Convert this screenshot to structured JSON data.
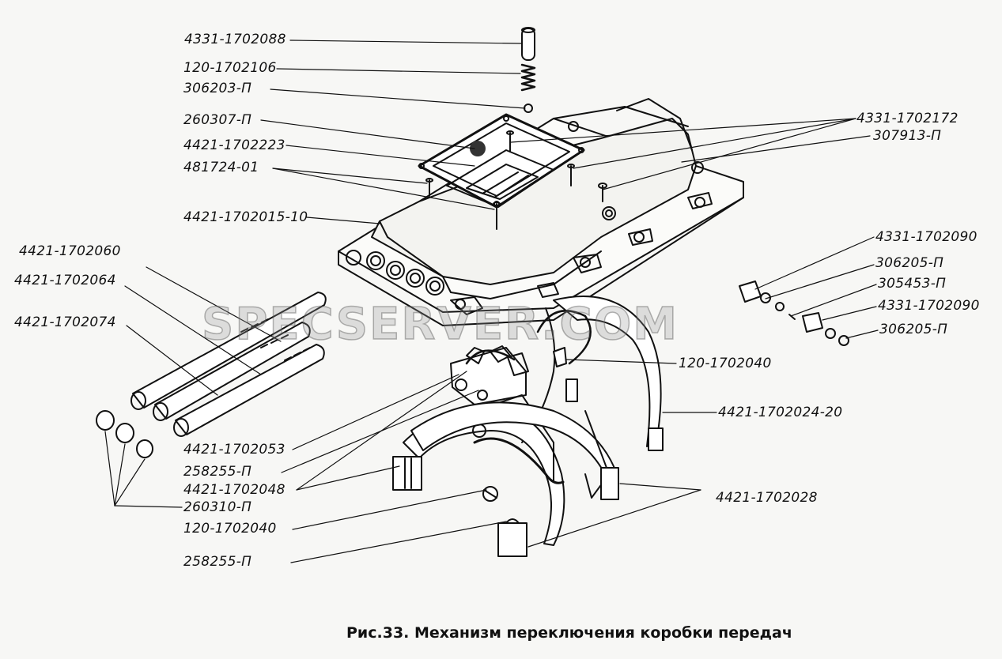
{
  "caption": "Рис.33. Механизм переключения коробки передач",
  "watermark": "SPECSERVER.COM",
  "parts": {
    "p_4331_1702088": "4331-1702088",
    "p_120_1702106": "120-1702106",
    "p_306203_P": "306203-П",
    "p_260307_P": "260307-П",
    "p_4421_1702223": "4421-1702223",
    "p_481724_01": "481724-01",
    "p_4421_1702015_10": "4421-1702015-10",
    "p_4421_1702060": "4421-1702060",
    "p_4421_1702064": "4421-1702064",
    "p_4421_1702074": "4421-1702074",
    "p_4331_1702172": "4331-1702172",
    "p_307913_P": "307913-П",
    "p_4331_1702090_a": "4331-1702090",
    "p_306205_P_a": "306205-П",
    "p_305453_P": "305453-П",
    "p_4331_1702090_b": "4331-1702090",
    "p_306205_P_b": "306205-П",
    "p_120_1702040_a": "120-1702040",
    "p_4421_1702024_20": "4421-1702024-20",
    "p_4421_1702053": "4421-1702053",
    "p_258255_P_a": "258255-П",
    "p_4421_1702048": "4421-1702048",
    "p_260310_P": "260310-П",
    "p_120_1702040_b": "120-1702040",
    "p_258255_P_b": "258255-П",
    "p_4421_1702028": "4421-1702028"
  }
}
